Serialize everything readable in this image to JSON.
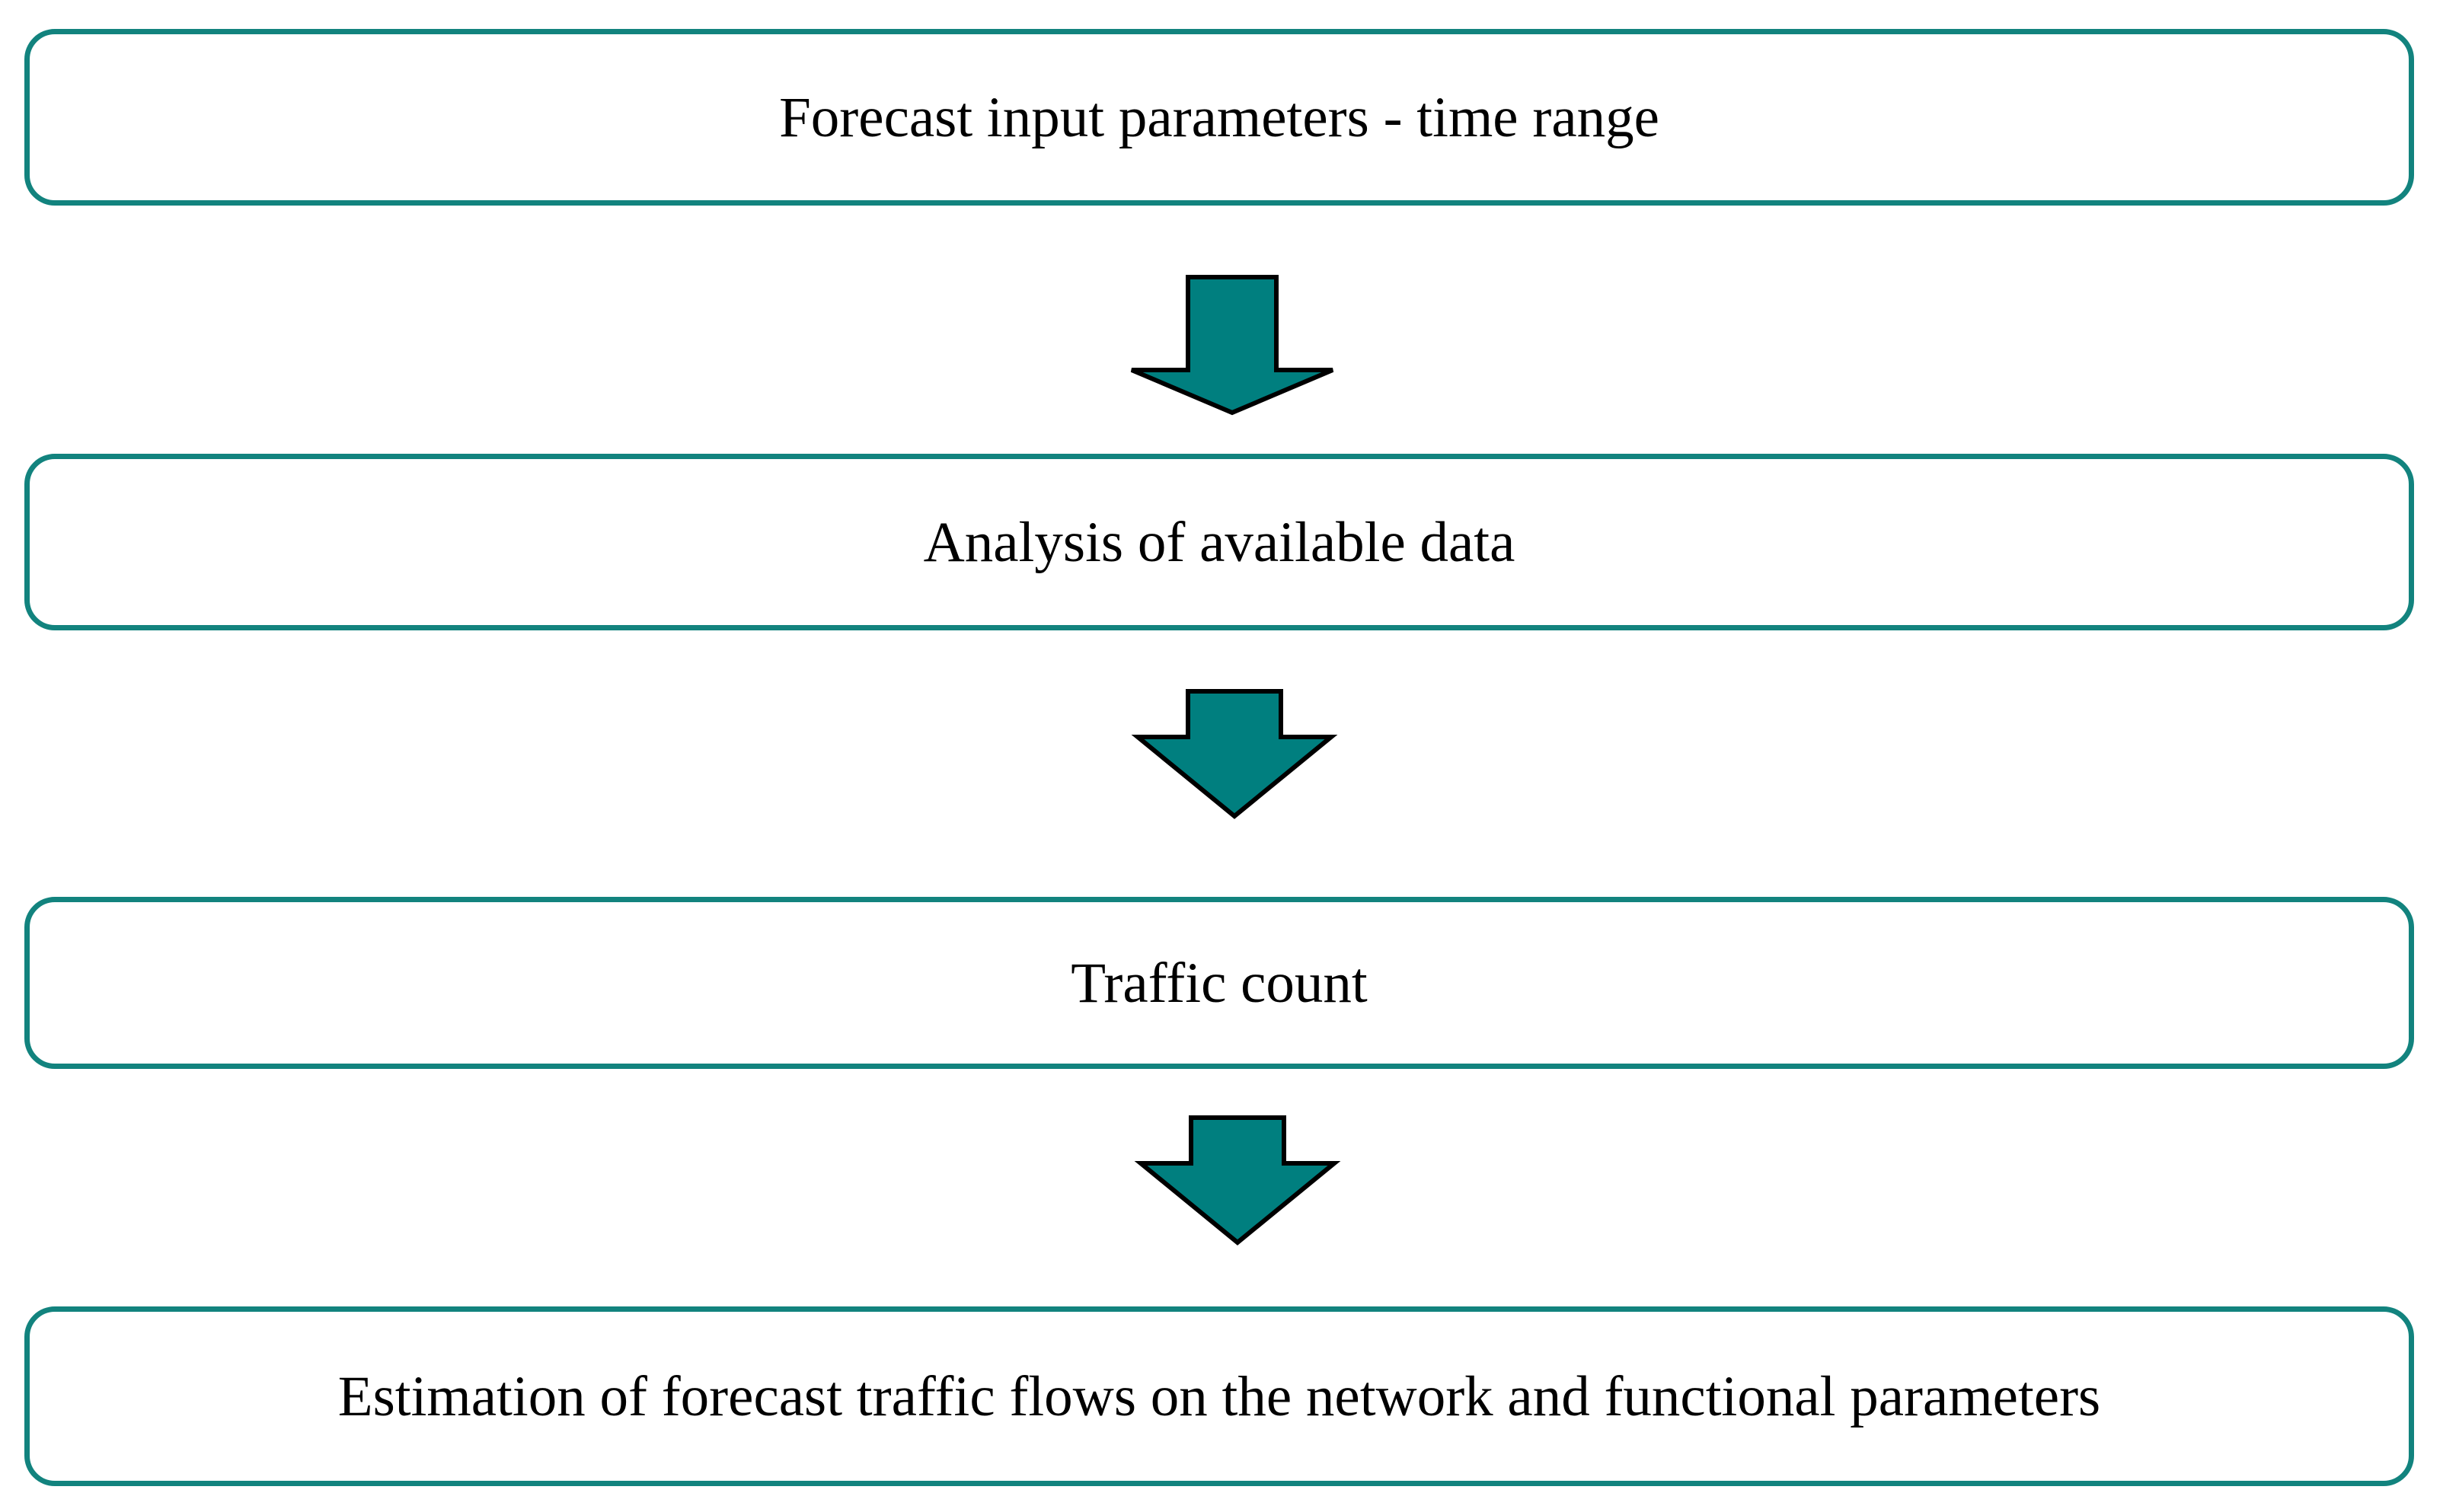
{
  "diagram": {
    "type": "vertical-flowchart",
    "colors": {
      "box_border": "#12837e",
      "arrow_fill": "#007f7f",
      "arrow_outline": "#000000",
      "text": "#000000",
      "background": "#ffffff"
    },
    "steps": [
      {
        "label": "Forecast input parameters - time range"
      },
      {
        "label": "Analysis of available data"
      },
      {
        "label": "Traffic count"
      },
      {
        "label": "Estimation of forecast traffic flows on the network and functional parameters"
      }
    ],
    "connectors": [
      {
        "from": 1,
        "to": 2,
        "icon": "down-arrow-icon"
      },
      {
        "from": 2,
        "to": 3,
        "icon": "down-arrow-icon"
      },
      {
        "from": 3,
        "to": 4,
        "icon": "down-arrow-icon"
      }
    ]
  }
}
